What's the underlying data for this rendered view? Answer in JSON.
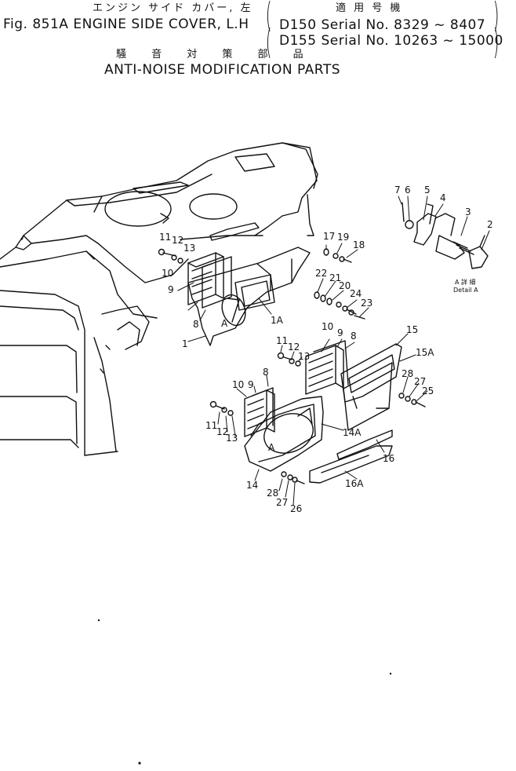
{
  "header": {
    "jp_name": "エンジン サイド カバー, 左",
    "fig_title": "Fig. 851A  ENGINE SIDE COVER, L.H",
    "jp_applicable": "適 用 号 機",
    "serial_1": "D150  Serial  No. 8329 ~ 8407",
    "serial_2": "D155  Serial  No. 10263 ~ 15000",
    "jp_subtitle": "騒 音 対 策 部 品",
    "subtitle": "ANTI-NOISE  MODIFICATION  PARTS"
  },
  "detail": {
    "jp": "A 詳 細",
    "label": "Detail  A"
  },
  "callouts": [
    {
      "id": "c7a",
      "text": "7"
    },
    {
      "id": "c6a",
      "text": "6"
    },
    {
      "id": "c5a",
      "text": "5"
    },
    {
      "id": "c4a",
      "text": "4"
    },
    {
      "id": "c3a",
      "text": "3"
    },
    {
      "id": "c2a",
      "text": "2"
    },
    {
      "id": "c11a",
      "text": "11"
    },
    {
      "id": "c12a",
      "text": "12"
    },
    {
      "id": "c13a",
      "text": "13"
    },
    {
      "id": "c10a",
      "text": "10"
    },
    {
      "id": "c9a",
      "text": "9"
    },
    {
      "id": "c8a",
      "text": "8"
    },
    {
      "id": "c1",
      "text": "1"
    },
    {
      "id": "c1A",
      "text": "1A"
    },
    {
      "id": "c17",
      "text": "17"
    },
    {
      "id": "c19",
      "text": "19"
    },
    {
      "id": "c18",
      "text": "18"
    },
    {
      "id": "c22",
      "text": "22"
    },
    {
      "id": "c21",
      "text": "21"
    },
    {
      "id": "c20",
      "text": "20"
    },
    {
      "id": "c24",
      "text": "24"
    },
    {
      "id": "c23",
      "text": "23"
    },
    {
      "id": "c11b",
      "text": "11"
    },
    {
      "id": "c12b",
      "text": "12"
    },
    {
      "id": "c13b",
      "text": "13"
    },
    {
      "id": "c10b",
      "text": "10"
    },
    {
      "id": "c9b",
      "text": "9"
    },
    {
      "id": "c8b",
      "text": "8"
    },
    {
      "id": "c15",
      "text": "15"
    },
    {
      "id": "c15A",
      "text": "15A"
    },
    {
      "id": "c28a",
      "text": "28"
    },
    {
      "id": "c27a",
      "text": "27"
    },
    {
      "id": "c25",
      "text": "25"
    },
    {
      "id": "c9c",
      "text": "9"
    },
    {
      "id": "c10c",
      "text": "10"
    },
    {
      "id": "c8c",
      "text": "8"
    },
    {
      "id": "c11c",
      "text": "11"
    },
    {
      "id": "c12c",
      "text": "12"
    },
    {
      "id": "c13c",
      "text": "13"
    },
    {
      "id": "c14A",
      "text": "14A"
    },
    {
      "id": "c16",
      "text": "16"
    },
    {
      "id": "c14",
      "text": "14"
    },
    {
      "id": "c28b",
      "text": "28"
    },
    {
      "id": "c27b",
      "text": "27"
    },
    {
      "id": "c26",
      "text": "26"
    },
    {
      "id": "c16A",
      "text": "16A"
    },
    {
      "id": "cAa",
      "text": "A"
    },
    {
      "id": "cAb",
      "text": "A"
    }
  ]
}
